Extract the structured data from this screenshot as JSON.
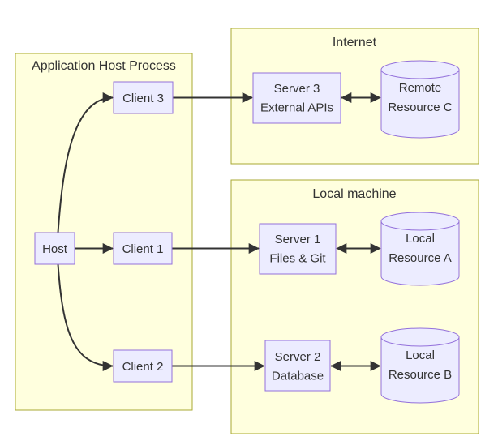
{
  "diagram": {
    "type": "architecture-flowchart",
    "clusters": {
      "app": {
        "label": "Application Host Process"
      },
      "internet": {
        "label": "Internet"
      },
      "local": {
        "label": "Local machine"
      }
    },
    "nodes": {
      "host": {
        "label": "Host"
      },
      "client1": {
        "label": "Client 1"
      },
      "client2": {
        "label": "Client 2"
      },
      "client3": {
        "label": "Client 3"
      },
      "server1": {
        "line1": "Server 1",
        "line2": "Files & Git"
      },
      "server2": {
        "line1": "Server 2",
        "line2": "Database"
      },
      "server3": {
        "line1": "Server 3",
        "line2": "External APIs"
      },
      "resource_a": {
        "line1": "Local",
        "line2": "Resource A"
      },
      "resource_b": {
        "line1": "Local",
        "line2": "Resource B"
      },
      "resource_c": {
        "line1": "Remote",
        "line2": "Resource C"
      }
    },
    "edges": [
      {
        "from": "Host",
        "to": "Client 3",
        "type": "arrow"
      },
      {
        "from": "Host",
        "to": "Client 1",
        "type": "arrow"
      },
      {
        "from": "Host",
        "to": "Client 2",
        "type": "arrow"
      },
      {
        "from": "Client 3",
        "to": "Server 3",
        "type": "arrow"
      },
      {
        "from": "Client 1",
        "to": "Server 1",
        "type": "arrow"
      },
      {
        "from": "Client 2",
        "to": "Server 2",
        "type": "arrow"
      },
      {
        "from": "Server 3",
        "to": "Remote Resource C",
        "type": "bidirectional"
      },
      {
        "from": "Server 1",
        "to": "Local Resource A",
        "type": "bidirectional"
      },
      {
        "from": "Server 2",
        "to": "Local Resource B",
        "type": "bidirectional"
      }
    ],
    "colors": {
      "cluster_fill": "#ffffde",
      "cluster_border": "#aaaa33",
      "node_fill": "#ececff",
      "node_border": "#9370db",
      "edge": "#333333",
      "text": "#333333",
      "background": "#ffffff"
    }
  }
}
